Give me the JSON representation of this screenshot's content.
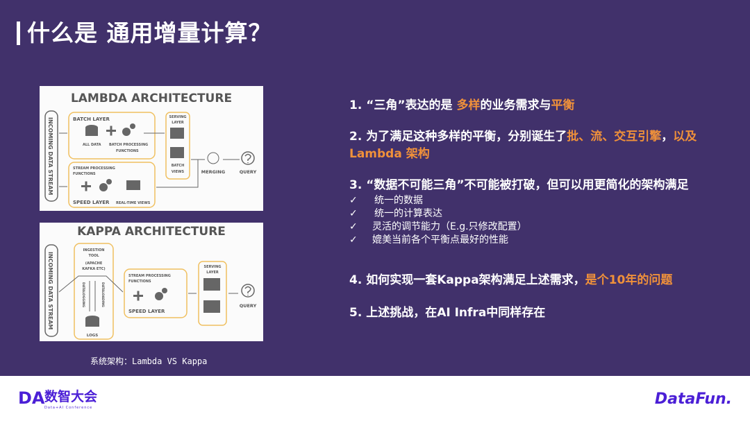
{
  "title": "什么是 通用增量计算？",
  "lambda": {
    "heading": "LAMBDA ARCHITECTURE",
    "stream": "INCOMING DATA STREAM",
    "batch_layer": "BATCH LAYER",
    "all_data": "ALL DATA",
    "batch_fn1": "BATCH PROCESSING",
    "batch_fn2": "FUNCTIONS",
    "serving1": "SERVING",
    "serving2": "LAYER",
    "batch_views1": "BATCH",
    "batch_views2": "VIEWS",
    "merging": "MERGING",
    "query": "QUERY",
    "stream_fn1": "STREAM PROCESSING",
    "stream_fn2": "FUNCTIONS",
    "speed": "SPEED LAYER",
    "rt_views": "REAL-TIME VIEWS"
  },
  "kappa": {
    "heading": "KAPPA ARCHITECTURE",
    "stream": "INCOMING DATA STREAM",
    "ing1": "INGESTION",
    "ing2": "TOOL",
    "ing3": "(APACHE",
    "ing4": "KAFKA ETC)",
    "datalogging": "DATALOGGING",
    "dataloading": "DATALOADING",
    "logs": "LOGS",
    "stream_fn1": "STREAM PROCESSING",
    "stream_fn2": "FUNCTIONS",
    "speed": "SPEED LAYER",
    "serving1": "SERVING",
    "serving2": "LAYER",
    "query": "QUERY"
  },
  "caption": "系统架构：Lambda VS Kappa",
  "points": {
    "p1a": "1. “三角”表达的是 ",
    "p1b": "多样",
    "p1c": "的业务需求与",
    "p1d": "平衡",
    "p2a": "2. 为了满足这种多样的平衡，分别诞生了",
    "p2b": "批、流、交互引擎",
    "p2c": "，",
    "p2d": "以及Lambda 架构",
    "p3": "3. “数据不可能三角”不可能被打破，但可以用更简化的架构满足",
    "checks": [
      "统一的数据",
      "统一的计算表达",
      "灵活的调节能力（E.g.只修改配置）",
      "媲美当前各个平衡点最好的性能"
    ],
    "check_mark": "✓",
    "p4a": "4. 如何实现一套Kappa架构满足上述需求，",
    "p4b": "是个10年的问题",
    "p5": "5. 上述挑战，在AI Infra中同样存在"
  },
  "footer": {
    "left_logo": "DA",
    "left_cn": "数智大会",
    "left_sub": "Data+AI Conference",
    "right_logo": "DataFun."
  },
  "colors": {
    "background": "#41316b",
    "accent": "#f0913a",
    "logo": "#4b1fd6"
  }
}
